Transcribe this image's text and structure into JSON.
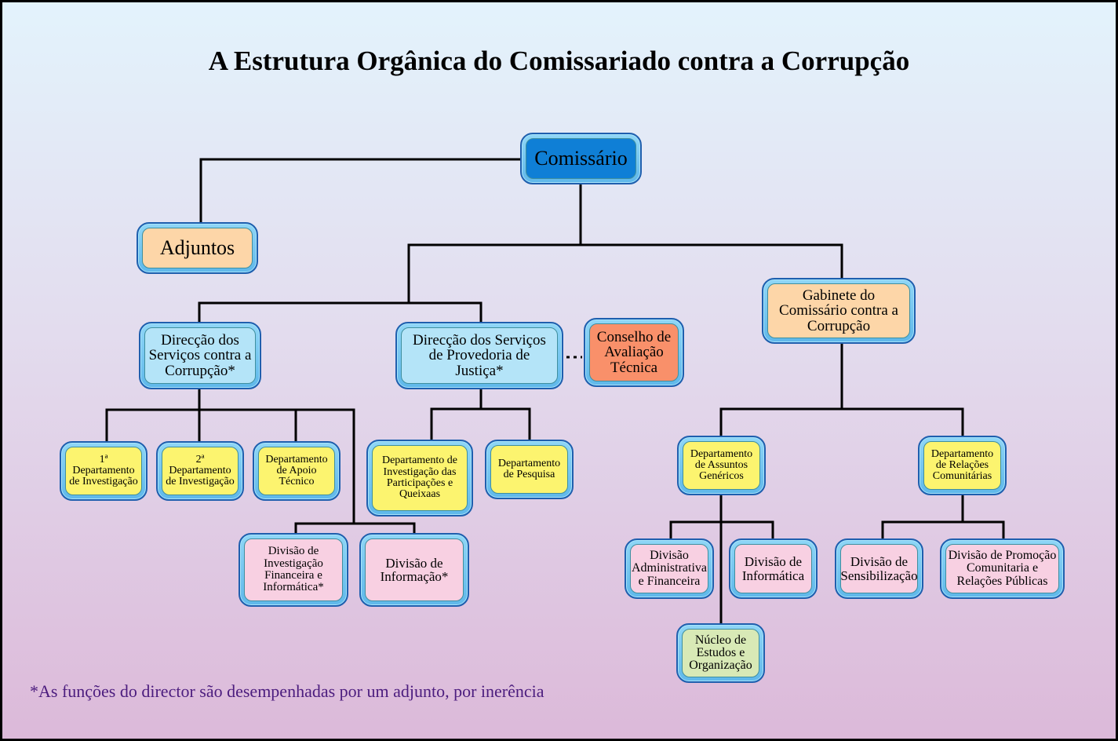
{
  "title": "A Estrutura Orgânica do Comissariado contra a Corrupção",
  "nodes": {
    "comissario": "Comissário",
    "adjuntos": "Adjuntos",
    "dir_corrupcao": "Direcção dos\nServiços contra a\nCorrupção*",
    "dir_provedoria": "Direcção dos Serviços\nde Provedoria de\nJustiça*",
    "conselho": "Conselho de\nAvaliação\nTécnica",
    "gabinete": "Gabinete do\nComissário contra a\nCorrupção",
    "dep1": "1ª\nDepartamento\nde Investigação",
    "dep2": "2ª\nDepartamento\nde Investigação",
    "dep_apoio": "Departamento\nde Apoio\nTécnico",
    "dep_particip": "Departamento de\nInvestigação das\nParticipações e\nQueixaas",
    "dep_pesquisa": "Departamento\nde Pesquisa",
    "div_inv_fin": "Divisão de\nInvestigação\nFinanceira e\nInformática*",
    "div_info": "Divisão de\nInformação*",
    "dep_assuntos": "Departamento\nde Assuntos\nGenéricos",
    "dep_relacoes": "Departamento\nde Relações\nComunitárias",
    "div_admin": "Divisão\nAdministrativa\ne Financeira",
    "div_informatica": "Divisão de\nInformática",
    "div_sensib": "Divisão de\nSensibilização",
    "div_promocao": "Divisão de Promoção\nComunitaria e\nRelações Públicas",
    "nucleo": "Núcleo de\nEstudos e\nOrganização"
  },
  "footnote": "*As funções do director são desempenhadas por um adjunto, por inerência",
  "colors": {
    "comissario": "#0f7fd6",
    "peach": "#fdd6a8",
    "light_blue": "#b4e4f8",
    "orange": "#f9906a",
    "yellow": "#fcf46f",
    "pink": "#f8d0e2",
    "green": "#d8e9b6",
    "footnote": "#4b1c7e"
  }
}
